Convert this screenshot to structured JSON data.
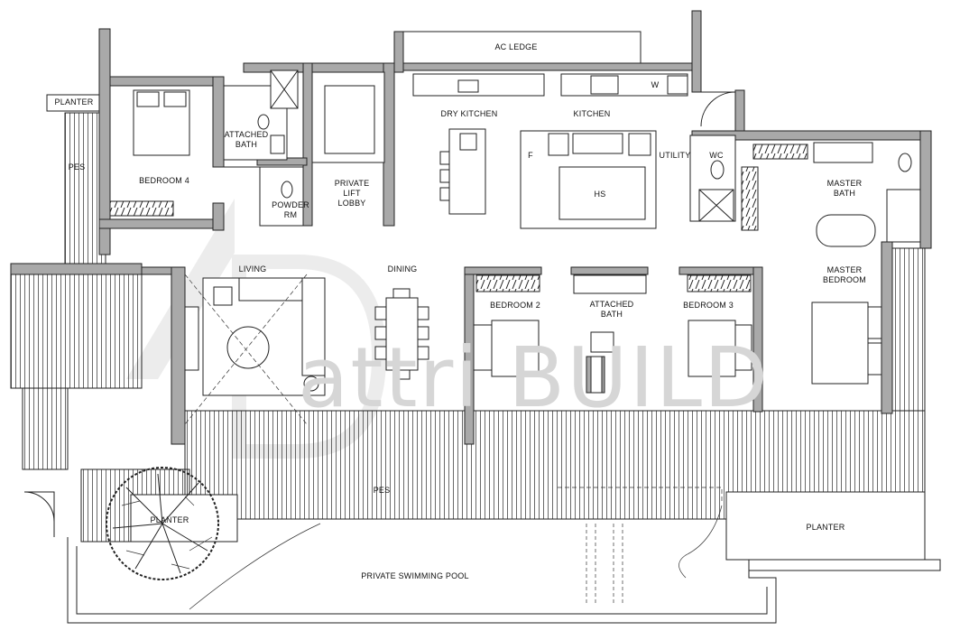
{
  "rooms": {
    "ac_ledge": "AC LEDGE",
    "planter_top": "PLANTER",
    "attached_bath_1": "ATTACHED\nBATH",
    "dry_kitchen": "DRY KITCHEN",
    "kitchen": "KITCHEN",
    "utility": "UTILITY",
    "wc": "WC",
    "master_bath": "MASTER\nBATH",
    "pes_left": "PES",
    "bedroom_4": "BEDROOM 4",
    "private_lift_lobby": "PRIVATE\nLIFT\nLOBBY",
    "powder_rm": "POWDER\nRM",
    "fridge": "F",
    "hs": "HS",
    "washer": "W",
    "living": "LIVING",
    "dining": "DINING",
    "master_bedroom": "MASTER\nBEDROOM",
    "bedroom_2": "BEDROOM 2",
    "attached_bath_2": "ATTACHED\nBATH",
    "bedroom_3": "BEDROOM 3",
    "pes_bottom": "PES",
    "planter_bottom_left": "PLANTER",
    "planter_bottom_right": "PLANTER",
    "private_swimming_pool": "PRIVATE SWIMMING POOL"
  },
  "watermark": "attri BUILD"
}
